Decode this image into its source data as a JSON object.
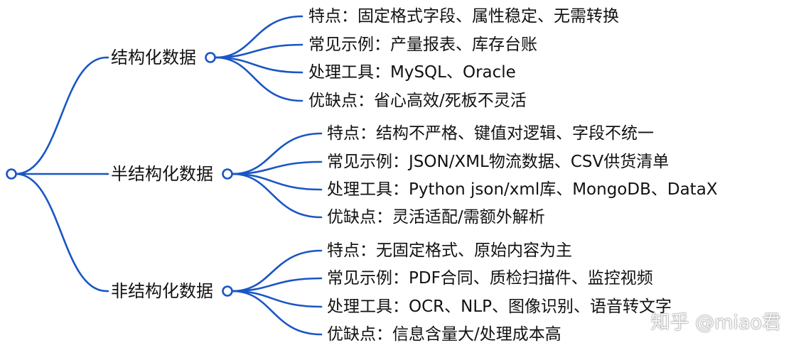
{
  "colors": {
    "line": "#1a56c4",
    "text": "#111111",
    "background": "#ffffff"
  },
  "mindmap": {
    "branches": [
      {
        "label": "结构化数据",
        "items": [
          "特点：固定格式字段、属性稳定、无需转换",
          "常见示例：产量报表、库存台账",
          "处理工具：MySQL、Oracle",
          "优缺点：省心高效/死板不灵活"
        ]
      },
      {
        "label": "半结构化数据",
        "items": [
          "特点：结构不严格、键值对逻辑、字段不统一",
          "常见示例：JSON/XML物流数据、CSV供货清单",
          "处理工具：Python json/xml库、MongoDB、DataX",
          "优缺点：灵活适配/需额外解析"
        ]
      },
      {
        "label": "非结构化数据",
        "items": [
          "特点：无固定格式、原始内容为主",
          "常见示例：PDF合同、质检扫描件、监控视频",
          "处理工具：OCR、NLP、图像识别、语音转文字",
          "优缺点：信息含量大/处理成本高"
        ]
      }
    ]
  },
  "watermark": "知乎 @miao君"
}
